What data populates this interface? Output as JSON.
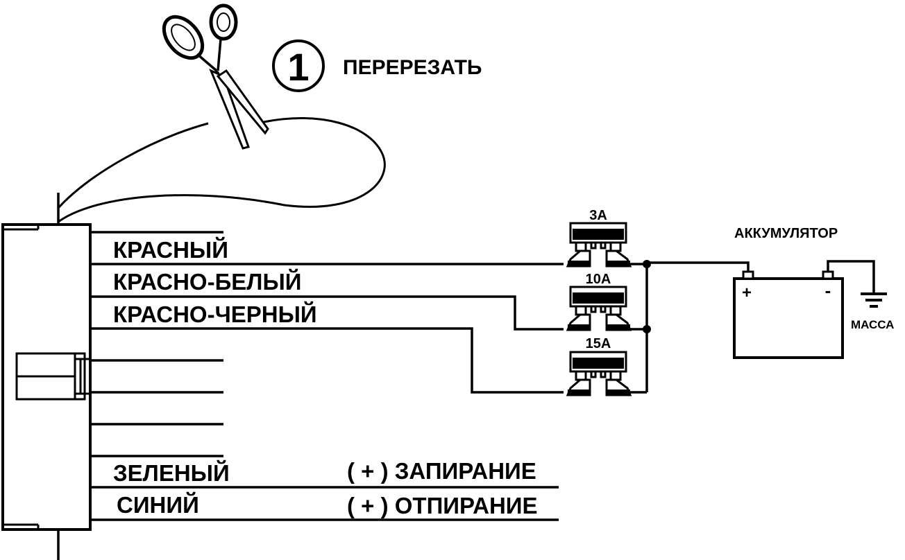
{
  "step": {
    "number": "1",
    "label": "ПЕРЕРЕЗАТЬ"
  },
  "wires": {
    "red": "КРАСНЫЙ",
    "red_white": "КРАСНО-БЕЛЫЙ",
    "red_black": "КРАСНО-ЧЕРНЫЙ",
    "green": "ЗЕЛЕНЫЙ",
    "blue": "СИНИЙ"
  },
  "functions": {
    "lock": "( + ) ЗАПИРАНИЕ",
    "unlock": "( + ) ОТПИРАНИЕ"
  },
  "fuses": {
    "f1": "3А",
    "f2": "10А",
    "f3": "15А"
  },
  "battery": {
    "title": "АККУМУЛЯТОР",
    "plus": "+",
    "minus": "-"
  },
  "ground": {
    "label": "МАССА"
  },
  "icons": {
    "scissors": "scissors-icon",
    "ground": "ground-icon"
  },
  "colors": {
    "line": "#000000",
    "background": "#ffffff"
  }
}
